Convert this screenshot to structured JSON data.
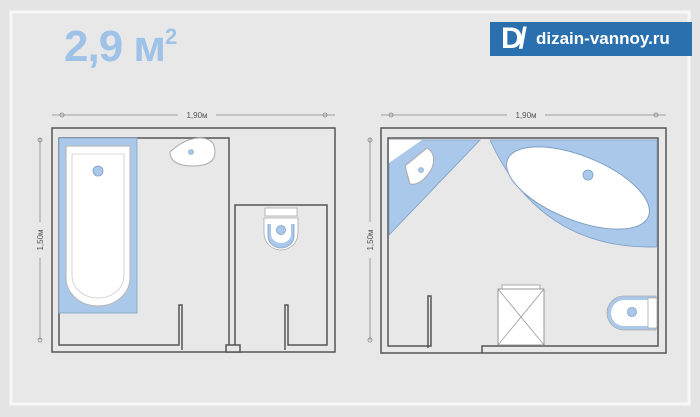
{
  "title": {
    "area": "2,9 м",
    "sup": "2"
  },
  "logo": {
    "mark": "D/",
    "text": "dizain-vannoy.ru"
  },
  "plans": [
    {
      "width_label": "1,90м",
      "height_label": "1,50м"
    },
    {
      "width_label": "1,90м",
      "height_label": "1,50м"
    }
  ],
  "colors": {
    "accent": "#9ec2e8",
    "blue_fill": "#a9c8ea",
    "wall": "#555555",
    "logo_bg": "#2a6fae"
  }
}
